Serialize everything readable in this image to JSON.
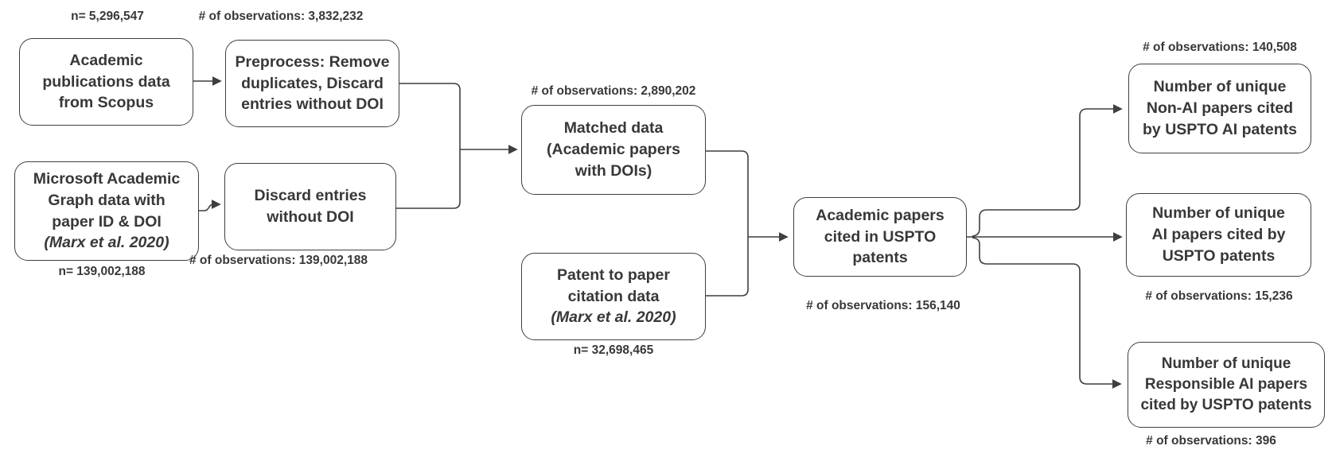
{
  "figure": {
    "type": "flowchart",
    "background_color": "#ffffff",
    "line_color": "#3f3f3f",
    "text_color": "#383838",
    "nodes": {
      "scopus": {
        "label": "Academic\npublications data\nfrom Scopus",
        "annotation": "n= 5,296,547",
        "annotation_position": "above"
      },
      "preprocess": {
        "label": "Preprocess: Remove\nduplicates, Discard\nentries without DOI",
        "annotation": "# of observations: 3,832,232",
        "annotation_position": "above"
      },
      "mag": {
        "label": "Microsoft Academic\nGraph data with\npaper ID & DOI",
        "citation": "(Marx et al. 2020)",
        "annotation": "n= 139,002,188",
        "annotation_position": "below"
      },
      "discard": {
        "label": "Discard entries\nwithout DOI",
        "annotation": "# of observations: 139,002,188",
        "annotation_position": "below"
      },
      "matched": {
        "label": "Matched data\n(Academic papers\nwith DOIs)",
        "annotation": "# of observations: 2,890,202",
        "annotation_position": "above"
      },
      "patent_citation": {
        "label": "Patent to paper\ncitation data",
        "citation": "(Marx et al. 2020)",
        "annotation": "n= 32,698,465",
        "annotation_position": "below"
      },
      "cited_in_uspto": {
        "label": "Academic papers\ncited in USPTO\npatents",
        "annotation": "# of observations: 156,140",
        "annotation_position": "below"
      },
      "non_ai": {
        "label": "Number of unique\nNon-AI papers cited\nby USPTO AI patents",
        "annotation": "# of observations: 140,508",
        "annotation_position": "above"
      },
      "ai": {
        "label": "Number of unique\nAI papers cited by\nUSPTO patents",
        "annotation": "# of observations: 15,236",
        "annotation_position": "below"
      },
      "responsible_ai": {
        "label": "Number of unique\nResponsible AI papers\ncited by USPTO patents",
        "annotation": "# of observations: 396",
        "annotation_position": "below"
      }
    },
    "edges": [
      {
        "from": "scopus",
        "to": "preprocess"
      },
      {
        "from": "mag",
        "to": "discard"
      },
      {
        "from": "preprocess",
        "to": "matched"
      },
      {
        "from": "discard",
        "to": "matched"
      },
      {
        "from": "matched",
        "to": "cited_in_uspto"
      },
      {
        "from": "patent_citation",
        "to": "cited_in_uspto"
      },
      {
        "from": "cited_in_uspto",
        "to": "non_ai"
      },
      {
        "from": "cited_in_uspto",
        "to": "ai"
      },
      {
        "from": "cited_in_uspto",
        "to": "responsible_ai"
      }
    ]
  }
}
